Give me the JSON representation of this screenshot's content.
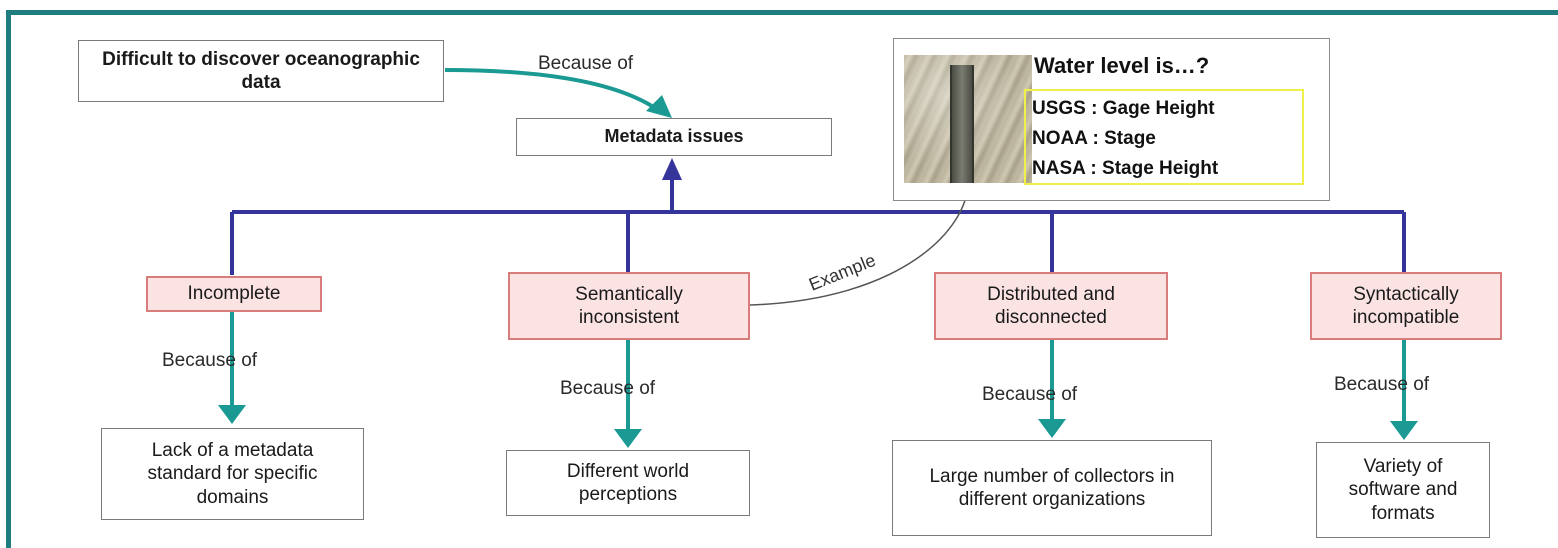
{
  "top": {
    "problem": "Difficult to discover oceanographic data",
    "because_label": "Because of",
    "issues": "Metadata issues"
  },
  "example_panel": {
    "title": "Water level is…?",
    "terms": [
      "USGS : Gage Height",
      "NOAA : Stage",
      "NASA : Stage Height"
    ],
    "photo_icon": "water-level-gauge-photo"
  },
  "example_label": "Example",
  "categories": [
    {
      "issue": "Incomplete",
      "because": "Because of",
      "cause": "Lack of a metadata standard for specific domains"
    },
    {
      "issue": "Semantically inconsistent",
      "because": "Because of",
      "cause": "Different world perceptions"
    },
    {
      "issue": "Distributed and disconnected",
      "because": "Because of",
      "cause": "Large number of collectors in different organizations"
    },
    {
      "issue": "Syntactically incompatible",
      "because": "Because of",
      "cause": "Variety of software and formats"
    }
  ],
  "colors": {
    "frame": "#1f7d80",
    "teal_arrow": "#1a9a93",
    "blue_line": "#34349a",
    "issue_fill": "#fbe3e3",
    "issue_border": "#d87c7c",
    "term_box_border": "#f0f04a"
  }
}
